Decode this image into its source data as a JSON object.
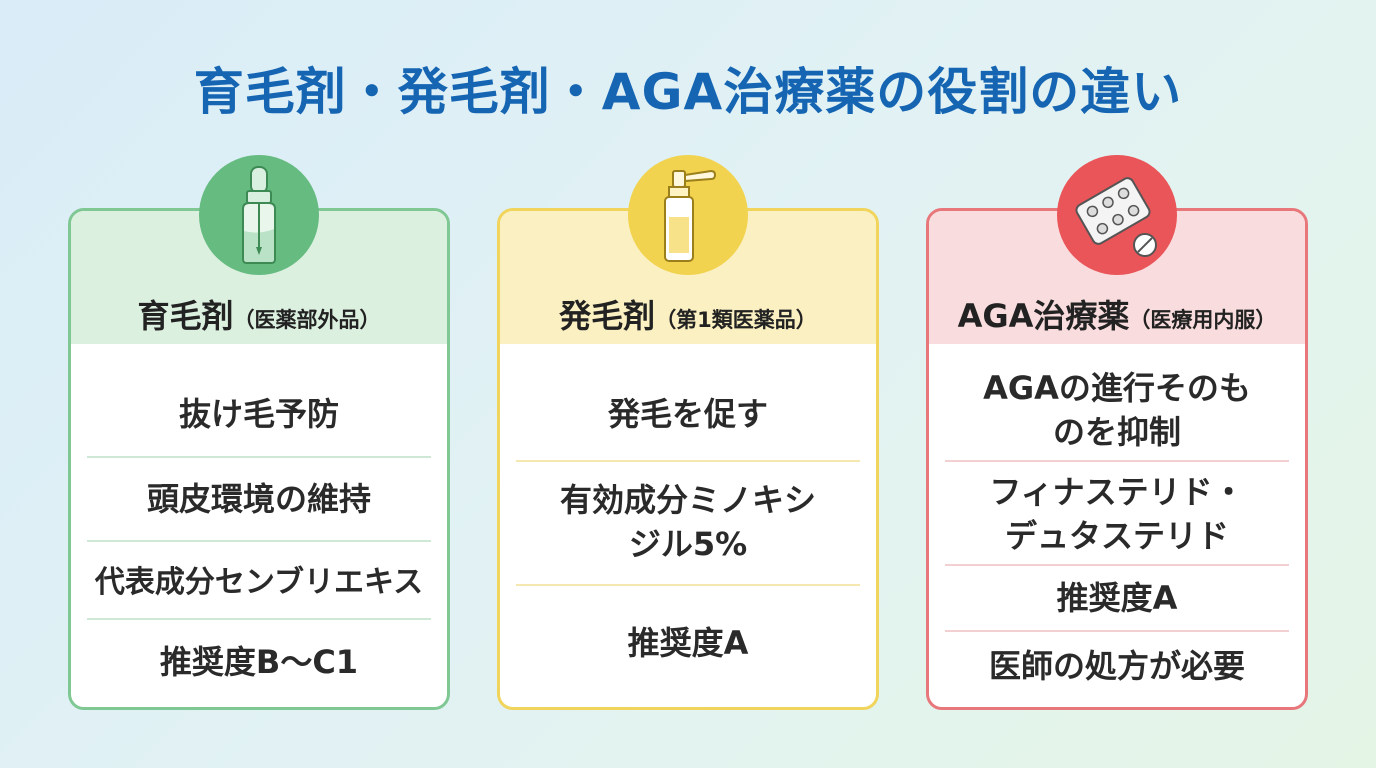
{
  "title": "育毛剤・発毛剤・AGA治療薬の役割の違い",
  "cards": [
    {
      "name": "育毛剤",
      "category": "（医薬部外品）",
      "icon": "dropper-bottle-icon",
      "color": "#66bb80",
      "items": [
        "抜け毛予防",
        "頭皮環境の維持",
        "代表成分センブリエキス",
        "推奨度B〜C1"
      ]
    },
    {
      "name": "発毛剤",
      "category": "（第1類医薬品）",
      "icon": "spray-bottle-icon",
      "color": "#f2d34f",
      "items": [
        "発毛を促す",
        "有効成分ミノキシ\nジル5%",
        "推奨度A"
      ]
    },
    {
      "name": "AGA治療薬",
      "category": "（医療用内服）",
      "icon": "pill-pack-icon",
      "color": "#e95558",
      "items": [
        "AGAの進行そのも\nのを抑制",
        "フィナステリド・\nデュタステリド",
        "推奨度A",
        "医師の処方が必要"
      ]
    }
  ]
}
